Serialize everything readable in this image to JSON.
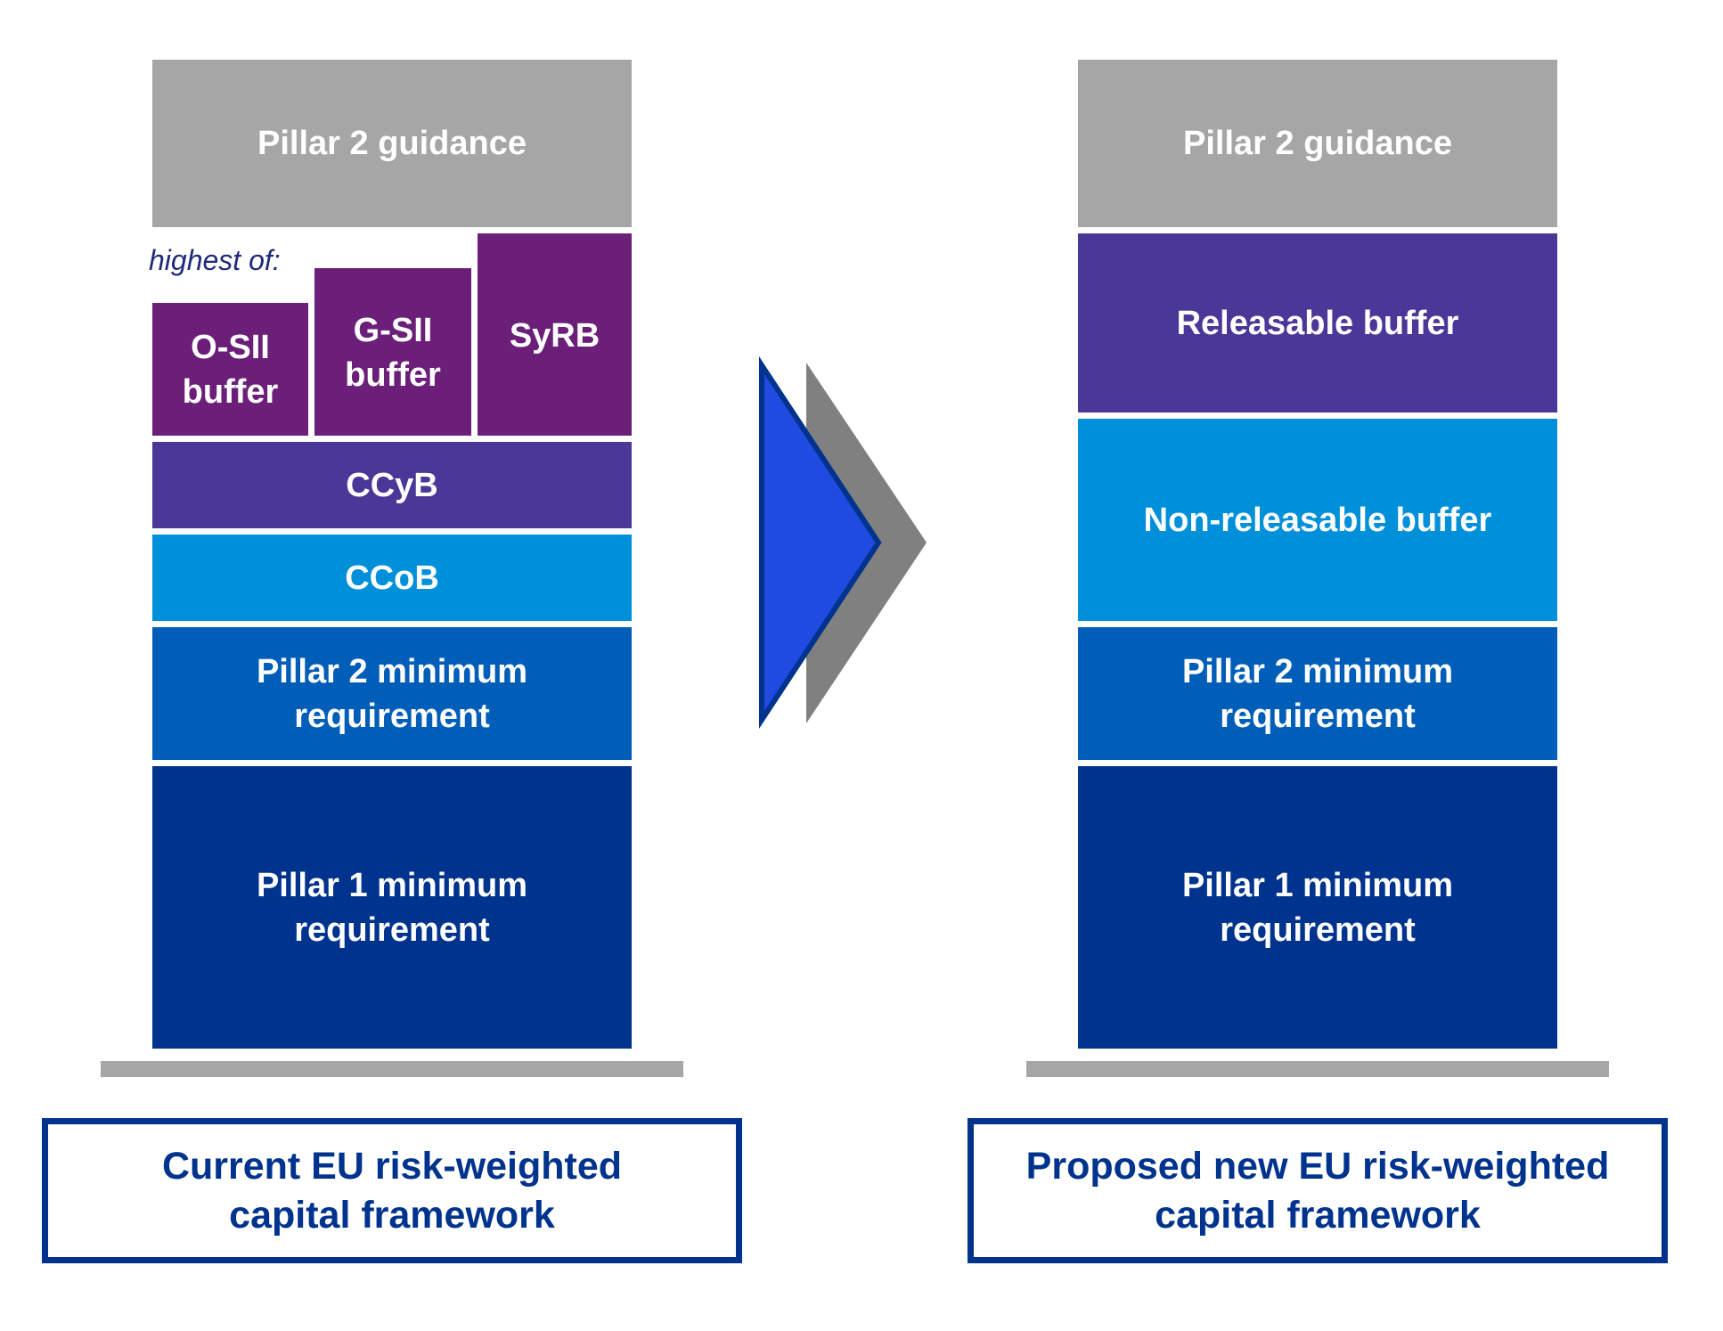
{
  "left_panel": {
    "pillar2_guidance": "Pillar 2 guidance",
    "highest_of_label": "highest of:",
    "osii_buffer": "O-SII buffer",
    "gsii_buffer": "G-SII buffer",
    "syrb": "SyRB",
    "ccyb": "CCyB",
    "ccob": "CCoB",
    "pillar2_minimum": "Pillar 2 minimum requirement",
    "pillar1_minimum": "Pillar 1 minimum requirement",
    "caption": "Current EU risk-weighted capital framework"
  },
  "right_panel": {
    "pillar2_guidance": "Pillar 2 guidance",
    "releasable_buffer": "Releasable buffer",
    "non_releasable_buffer": "Non-releasable buffer",
    "pillar2_minimum": "Pillar 2 minimum requirement",
    "pillar1_minimum": "Pillar 1 minimum requirement",
    "caption": "Proposed new EU risk-weighted capital framework"
  },
  "arrow": {
    "icon": "chevron-right-icon"
  },
  "colors": {
    "pillar2_guidance": "#A6A6A6",
    "systemic_buffers": "#6B1F78",
    "ccyb_releasable": "#4A3797",
    "ccob_non_releasable": "#0090D9",
    "pillar2_minimum": "#005EB8",
    "pillar1_minimum": "#00338D",
    "arrow_fill": "#1F4BE0",
    "arrow_shadow": "#808080",
    "caption_text": "#00338D"
  }
}
